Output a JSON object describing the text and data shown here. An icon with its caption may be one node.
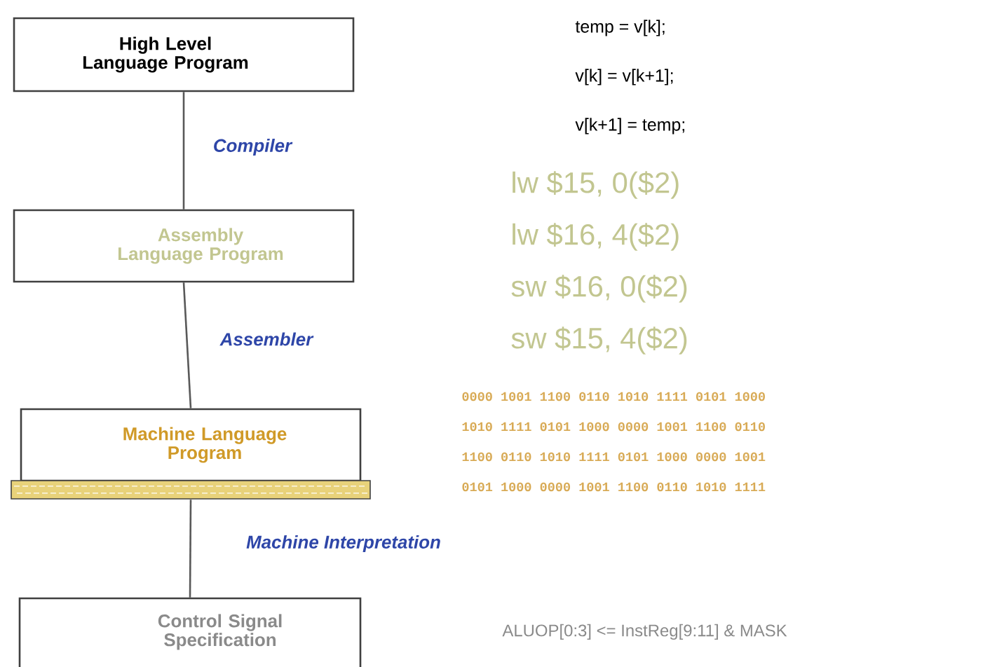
{
  "diagram": {
    "nodes": [
      {
        "text": [
          "High Level Language Program"
        ]
      },
      {
        "text": [
          "Assembly Language Program"
        ]
      },
      {
        "text": [
          "Machine Language Program"
        ]
      },
      {
        "text": [
          "Control Signal Specification"
        ]
      }
    ],
    "edges": [
      {
        "from": 0,
        "to": 1,
        "arrow": "none",
        "label": "Compiler"
      },
      {
        "from": 1,
        "to": 2,
        "arrow": "none",
        "label": "Assembler"
      },
      {
        "from": 2,
        "to": 3,
        "arrow": "none",
        "label": "Machine Interpretation"
      }
    ],
    "labels": [
      "temp = v[k];",
      "v[k] = v[k+1];",
      "v[k+1] = temp;",
      "lw $15, 0($2)",
      "lw $16, 4($2)",
      "sw $16, 0($2)",
      "sw $15, 4($2)",
      "0000 1001 1100 0110 1010 1111 0101 1000",
      "1010 1111 0101 1000 0000 1001 1100 0110",
      "1100 0110 1010 1111 0101 1000 0000 1001",
      "0101 1000 0000 1001 1100 0110 1010 1111",
      "ALUOP[0:3] <= InstReg[9:11] & MASK"
    ]
  }
}
